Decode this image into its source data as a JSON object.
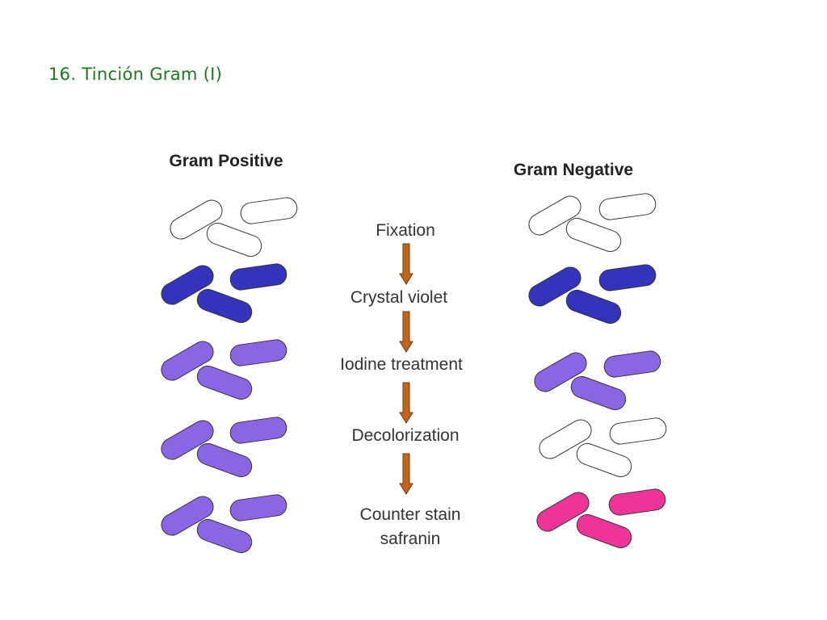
{
  "slide": {
    "title": "16. Tinción Gram (I)"
  },
  "diagram": {
    "gram_positive_label": "Gram Positive",
    "gram_negative_label": "Gram Negative",
    "steps": [
      {
        "lines": [
          "Fixation"
        ]
      },
      {
        "lines": [
          "Crystal violet"
        ]
      },
      {
        "lines": [
          "Iodine treatment"
        ]
      },
      {
        "lines": [
          "Decolorization"
        ]
      },
      {
        "lines": [
          "Counter stain",
          "safranin"
        ]
      }
    ],
    "colors": {
      "unstained": "#ffffff",
      "crystal_violet": "#3333bb",
      "iodine_complex": "#8a66e6",
      "safranin": "#ee3399",
      "arrow": "#c0651a",
      "title": "#1a7a1a"
    },
    "gram_positive_states": [
      "unstained",
      "crystal_violet",
      "iodine_complex",
      "iodine_complex",
      "iodine_complex"
    ],
    "gram_negative_states": [
      "unstained",
      "crystal_violet",
      "iodine_complex",
      "unstained",
      "safranin"
    ]
  }
}
